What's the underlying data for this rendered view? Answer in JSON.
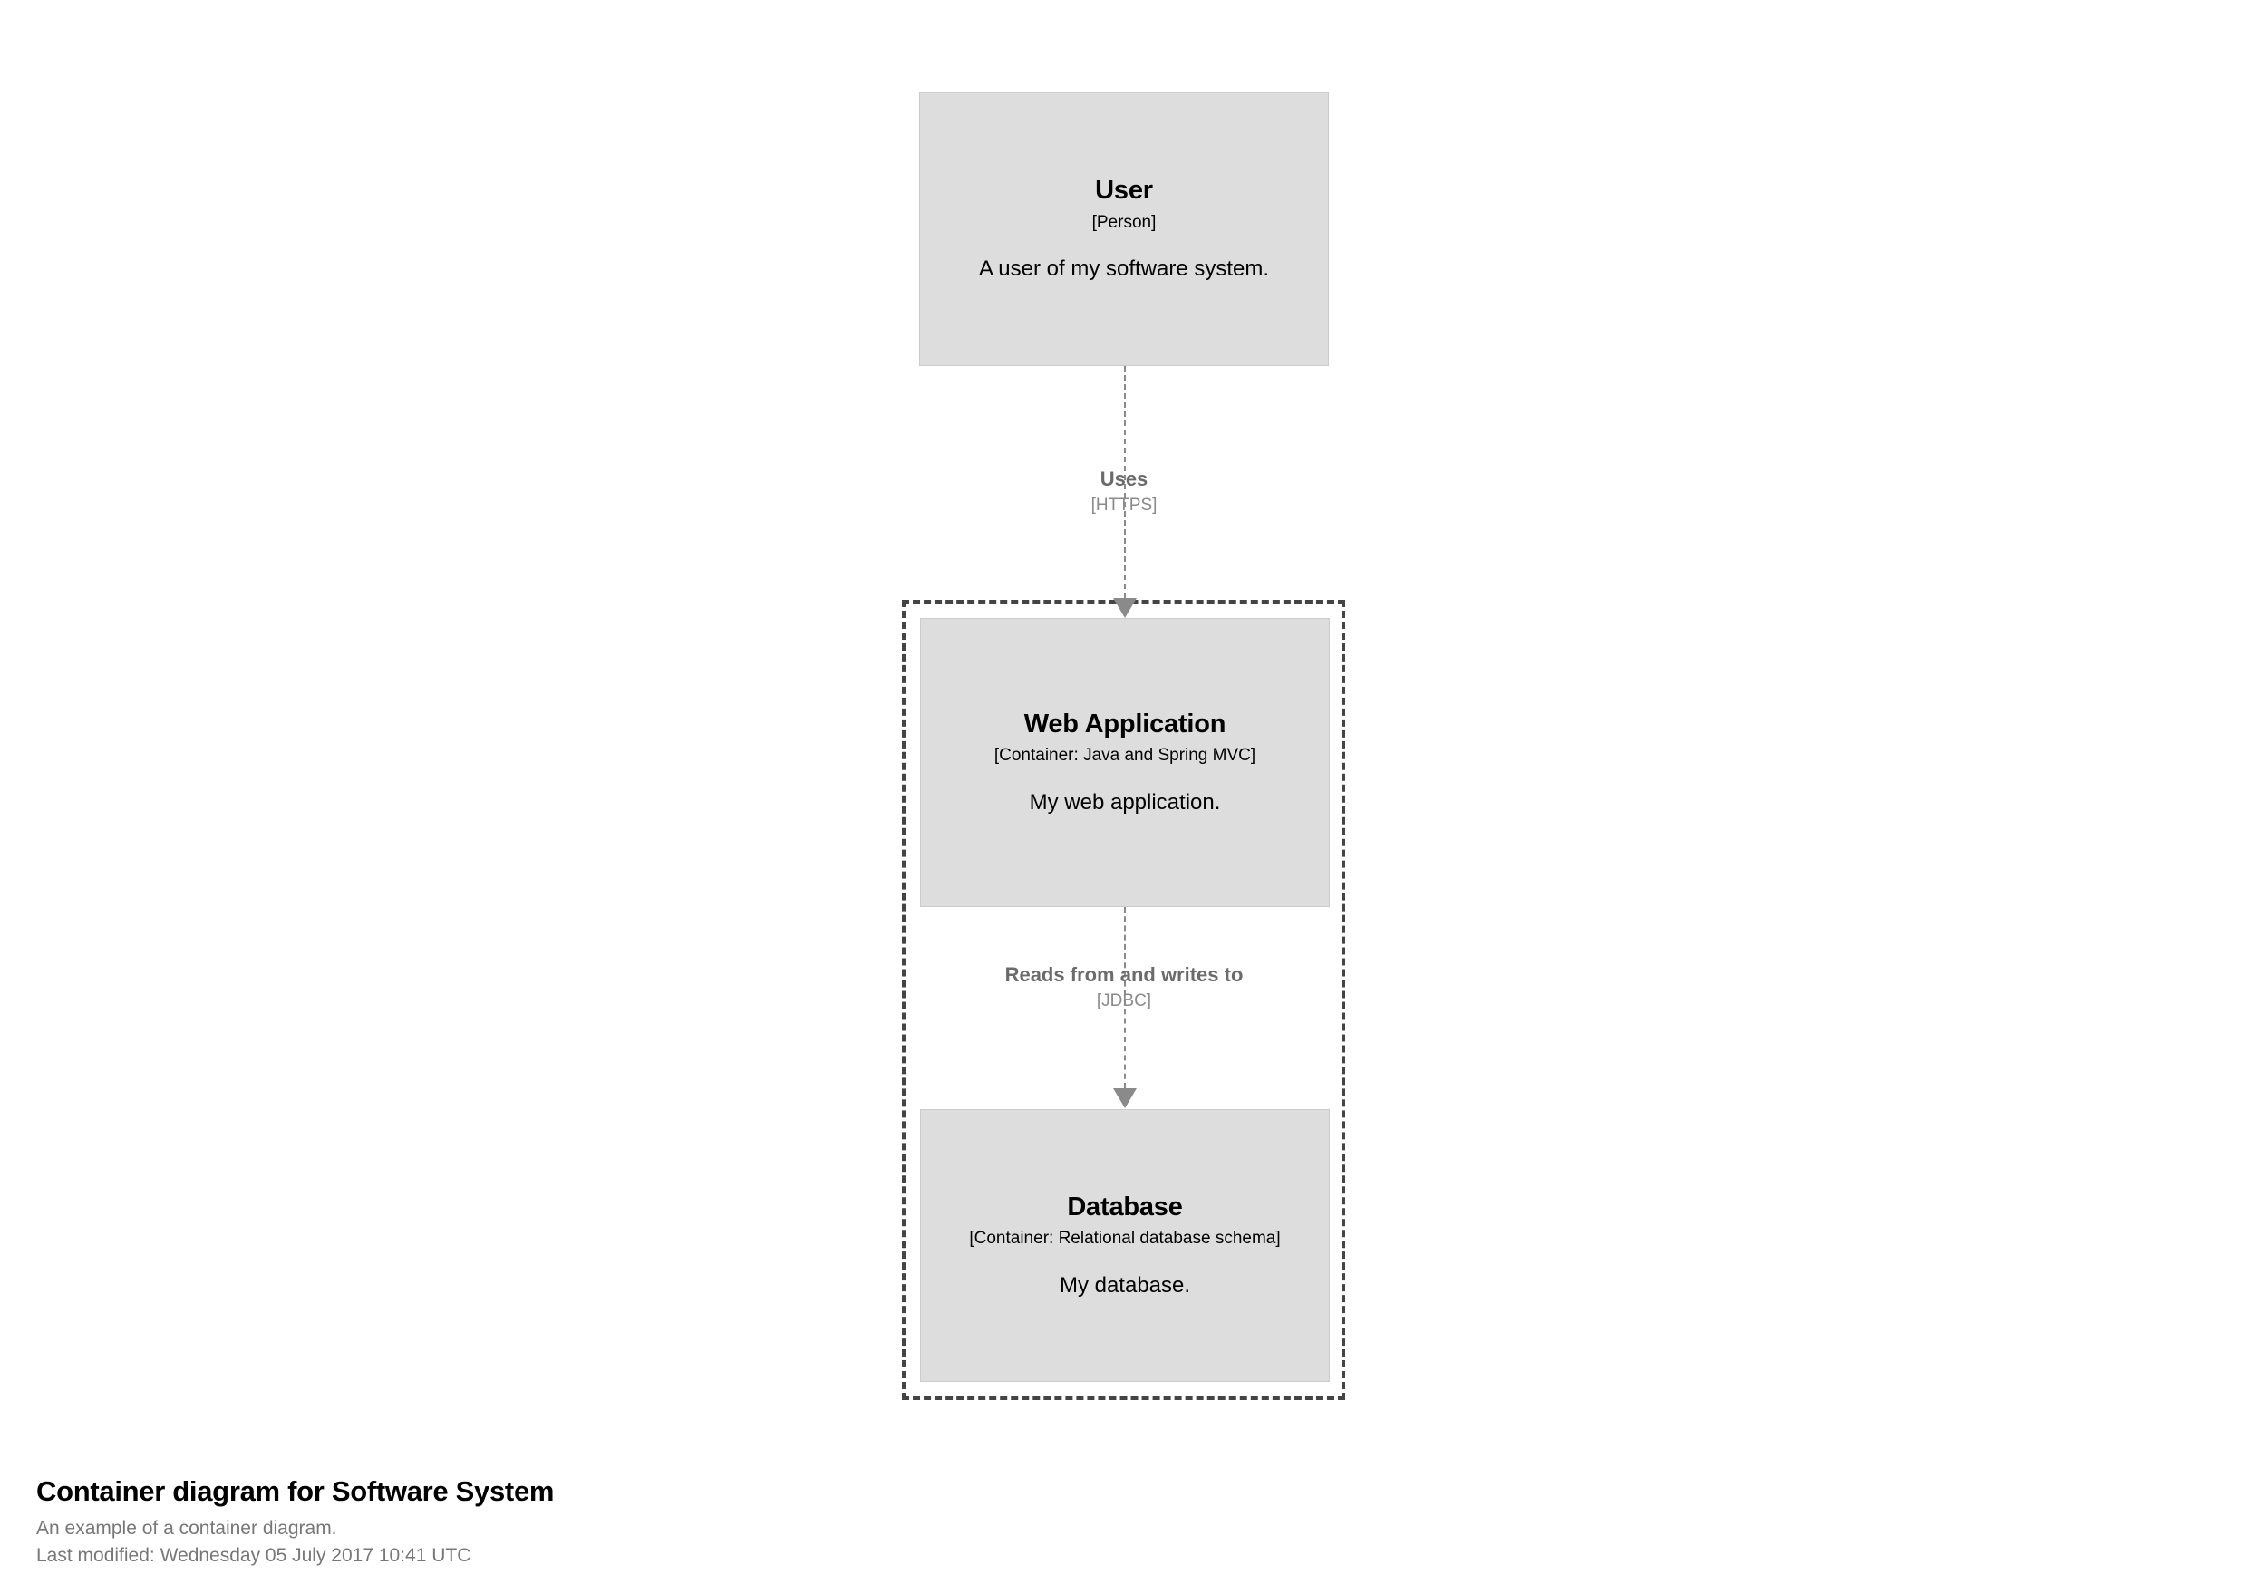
{
  "diagram": {
    "kind": "c4-container-diagram",
    "boundary": {
      "name": "Software System",
      "style": "dashed"
    },
    "nodes": [
      {
        "id": "user",
        "name": "User",
        "tech": "[Person]",
        "description": "A user of my software system.",
        "fill": "#dddddd",
        "border": "#cccccc"
      },
      {
        "id": "webapp",
        "name": "Web Application",
        "tech": "[Container: Java and Spring MVC]",
        "description": "My web application.",
        "fill": "#dddddd",
        "border": "#cccccc"
      },
      {
        "id": "database",
        "name": "Database",
        "tech": "[Container: Relational database schema]",
        "description": "My database.",
        "fill": "#dddddd",
        "border": "#cccccc"
      }
    ],
    "relationships": [
      {
        "id": "rel1",
        "from": "user",
        "to": "webapp",
        "description": "Uses",
        "tech": "[HTTPS]",
        "line_color": "#8a8a8a",
        "label_color": "#6b6b6b",
        "tech_color": "#8a8a8a"
      },
      {
        "id": "rel2",
        "from": "webapp",
        "to": "database",
        "description": "Reads from and writes to",
        "tech": "[JDBC]",
        "line_color": "#8a8a8a",
        "label_color": "#6b6b6b",
        "tech_color": "#8a8a8a"
      }
    ]
  },
  "footer": {
    "title": "Container diagram for Software System",
    "subtitle": "An example of a container diagram.",
    "last_modified": "Last modified: Wednesday 05 July 2017 10:41 UTC"
  }
}
